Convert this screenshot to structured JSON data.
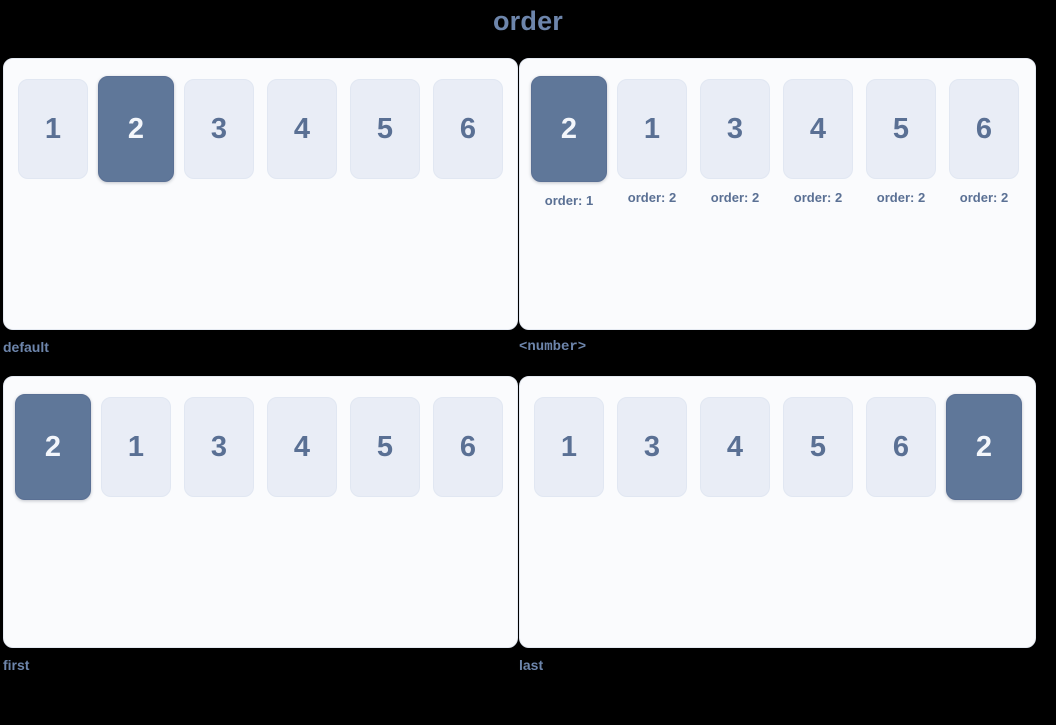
{
  "title": "order",
  "theme": {
    "page_bg": "#000000",
    "panel_bg": "#fafbfd",
    "panel_border": "#e5eaf2",
    "tile_bg": "#e9edf6",
    "tile_text": "#5a7094",
    "tile_active_bg": "#5f7799",
    "tile_active_text": "#f3f6fb",
    "title_color": "#6d85ab",
    "caption_color": "#6d85ab",
    "order_label_color": "#5a7094"
  },
  "panels": [
    {
      "caption": "default",
      "caption_style": "text",
      "show_order_labels": false,
      "items": [
        {
          "label": "1",
          "active": false,
          "order_label": ""
        },
        {
          "label": "2",
          "active": true,
          "order_label": ""
        },
        {
          "label": "3",
          "active": false,
          "order_label": ""
        },
        {
          "label": "4",
          "active": false,
          "order_label": ""
        },
        {
          "label": "5",
          "active": false,
          "order_label": ""
        },
        {
          "label": "6",
          "active": false,
          "order_label": ""
        }
      ]
    },
    {
      "caption": "<number>",
      "caption_style": "mono",
      "show_order_labels": true,
      "items": [
        {
          "label": "2",
          "active": true,
          "order_label": "order: 1"
        },
        {
          "label": "1",
          "active": false,
          "order_label": "order: 2"
        },
        {
          "label": "3",
          "active": false,
          "order_label": "order: 2"
        },
        {
          "label": "4",
          "active": false,
          "order_label": "order: 2"
        },
        {
          "label": "5",
          "active": false,
          "order_label": "order: 2"
        },
        {
          "label": "6",
          "active": false,
          "order_label": "order: 2"
        }
      ]
    },
    {
      "caption": "first",
      "caption_style": "text",
      "show_order_labels": false,
      "items": [
        {
          "label": "2",
          "active": true,
          "order_label": ""
        },
        {
          "label": "1",
          "active": false,
          "order_label": ""
        },
        {
          "label": "3",
          "active": false,
          "order_label": ""
        },
        {
          "label": "4",
          "active": false,
          "order_label": ""
        },
        {
          "label": "5",
          "active": false,
          "order_label": ""
        },
        {
          "label": "6",
          "active": false,
          "order_label": ""
        }
      ]
    },
    {
      "caption": "last",
      "caption_style": "text",
      "show_order_labels": false,
      "items": [
        {
          "label": "1",
          "active": false,
          "order_label": ""
        },
        {
          "label": "3",
          "active": false,
          "order_label": ""
        },
        {
          "label": "4",
          "active": false,
          "order_label": ""
        },
        {
          "label": "5",
          "active": false,
          "order_label": ""
        },
        {
          "label": "6",
          "active": false,
          "order_label": ""
        },
        {
          "label": "2",
          "active": true,
          "order_label": ""
        }
      ]
    }
  ]
}
